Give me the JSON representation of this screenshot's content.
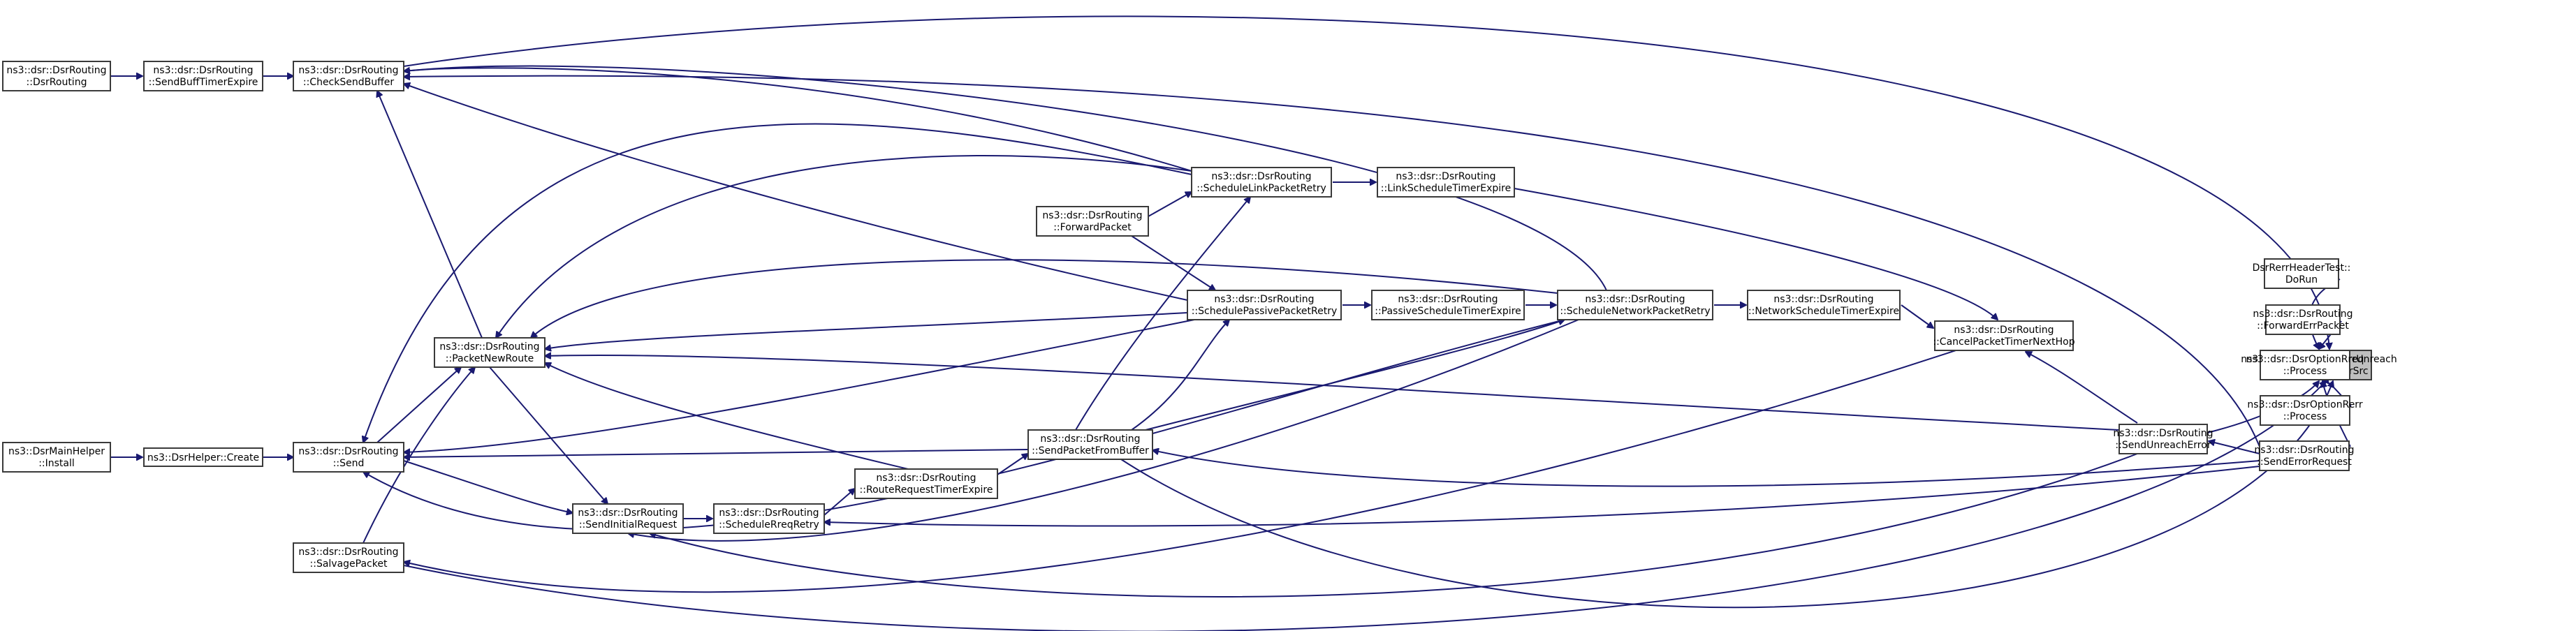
{
  "colors": {
    "edge": "#191970",
    "node_border": "#3a3a3a",
    "root_fill": "#bfbfbf",
    "node_fill": "#ffffff"
  },
  "nodes": [
    {
      "id": "getErrorSrc",
      "lines": [
        "ns3::dsr::DsrOptionRerrUnreach",
        "Header::GetErrorSrc"
      ],
      "root": true
    },
    {
      "id": "dsrRerrDoRun",
      "lines": [
        "DsrRerrHeaderTest::",
        "DoRun"
      ]
    },
    {
      "id": "forwardErrPacket",
      "lines": [
        "ns3::dsr::DsrRouting",
        "::ForwardErrPacket"
      ]
    },
    {
      "id": "optRreqProcess",
      "lines": [
        "ns3::dsr::DsrOptionRreq",
        "::Process"
      ]
    },
    {
      "id": "optRerrProcess",
      "lines": [
        "ns3::dsr::DsrOptionRerr",
        "::Process"
      ]
    },
    {
      "id": "sendErrorRequest",
      "lines": [
        "ns3::dsr::DsrRouting",
        "::SendErrorRequest"
      ]
    },
    {
      "id": "sendUnreachError",
      "lines": [
        "ns3::dsr::DsrRouting",
        "::SendUnreachError"
      ]
    },
    {
      "id": "cancelPacketTimer",
      "lines": [
        "ns3::dsr::DsrRouting",
        "::CancelPacketTimerNextHop"
      ]
    },
    {
      "id": "networkScheduleTimerExpire",
      "lines": [
        "ns3::dsr::DsrRouting",
        "::NetworkScheduleTimerExpire"
      ]
    },
    {
      "id": "scheduleNetworkPacketRetry",
      "lines": [
        "ns3::dsr::DsrRouting",
        "::ScheduleNetworkPacketRetry"
      ]
    },
    {
      "id": "linkScheduleTimerExpire",
      "lines": [
        "ns3::dsr::DsrRouting",
        "::LinkScheduleTimerExpire"
      ]
    },
    {
      "id": "scheduleLinkPacketRetry",
      "lines": [
        "ns3::dsr::DsrRouting",
        "::ScheduleLinkPacketRetry"
      ]
    },
    {
      "id": "passiveScheduleTimerExpire",
      "lines": [
        "ns3::dsr::DsrRouting",
        "::PassiveScheduleTimerExpire"
      ]
    },
    {
      "id": "schedulePassivePacketRetry",
      "lines": [
        "ns3::dsr::DsrRouting",
        "::SchedulePassivePacketRetry"
      ]
    },
    {
      "id": "forwardPacket",
      "lines": [
        "ns3::dsr::DsrRouting",
        "::ForwardPacket"
      ]
    },
    {
      "id": "sendPacketFromBuffer",
      "lines": [
        "ns3::dsr::DsrRouting",
        "::SendPacketFromBuffer"
      ]
    },
    {
      "id": "routeRequestTimerExpire",
      "lines": [
        "ns3::dsr::DsrRouting",
        "::RouteRequestTimerExpire"
      ]
    },
    {
      "id": "scheduleRreqRetry",
      "lines": [
        "ns3::dsr::DsrRouting",
        "::ScheduleRreqRetry"
      ]
    },
    {
      "id": "sendInitialRequest",
      "lines": [
        "ns3::dsr::DsrRouting",
        "::SendInitialRequest"
      ]
    },
    {
      "id": "packetNewRoute",
      "lines": [
        "ns3::dsr::DsrRouting",
        "::PacketNewRoute"
      ]
    },
    {
      "id": "send",
      "lines": [
        "ns3::dsr::DsrRouting",
        "::Send"
      ]
    },
    {
      "id": "salvagePacket",
      "lines": [
        "ns3::dsr::DsrRouting",
        "::SalvagePacket"
      ]
    },
    {
      "id": "checkSendBuffer",
      "lines": [
        "ns3::dsr::DsrRouting",
        "::CheckSendBuffer"
      ]
    },
    {
      "id": "sendBuffTimerExpire",
      "lines": [
        "ns3::dsr::DsrRouting",
        "::SendBuffTimerExpire"
      ]
    },
    {
      "id": "dsrRoutingCtor",
      "lines": [
        "ns3::dsr::DsrRouting",
        "::DsrRouting"
      ]
    },
    {
      "id": "helperCreate",
      "lines": [
        "ns3::DsrHelper::Create"
      ]
    },
    {
      "id": "mainHelperInstall",
      "lines": [
        "ns3::DsrMainHelper",
        "::Install"
      ]
    }
  ]
}
